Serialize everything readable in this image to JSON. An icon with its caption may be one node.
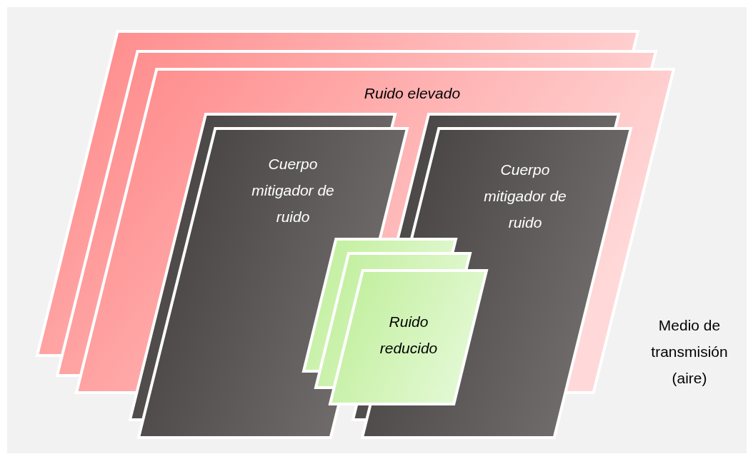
{
  "diagram": {
    "nodes": [
      {
        "text": [
          "Medio de transmisión (aire)"
        ]
      },
      {
        "text": [
          "Ruido elevado"
        ],
        "in": 0
      },
      {
        "text": [
          "Cuerpo mitigador de ruido"
        ],
        "in": 0
      },
      {
        "text": [
          "Cuerpo mitigador de ruido"
        ],
        "in": 0
      },
      {
        "text": [
          "Ruido reducido"
        ],
        "in": 0
      }
    ]
  }
}
